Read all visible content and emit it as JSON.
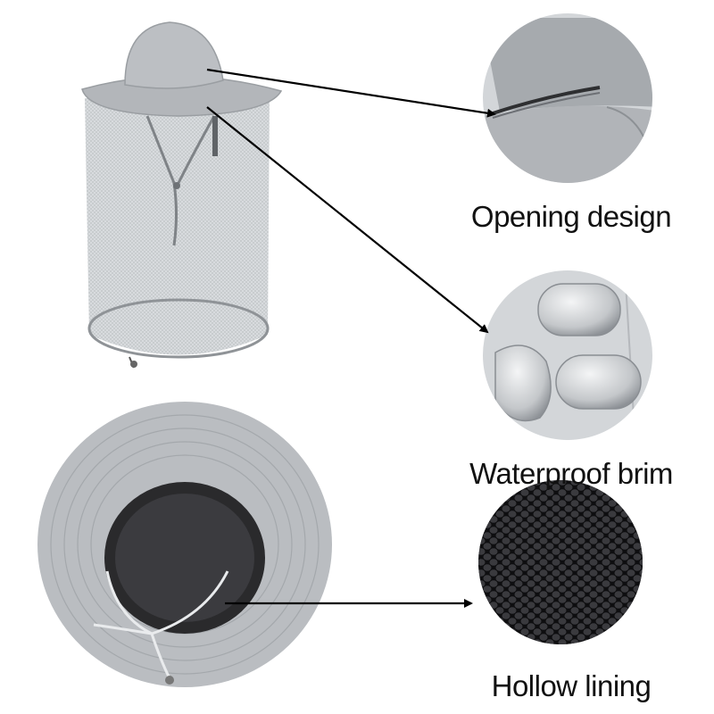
{
  "features": [
    {
      "label": "Opening design",
      "detail_icon": "zipper-opening-closeup-icon"
    },
    {
      "label": "Waterproof brim",
      "detail_icon": "water-droplets-closeup-icon"
    },
    {
      "label": "Hollow lining",
      "detail_icon": "mesh-lining-closeup-icon"
    }
  ],
  "colors": {
    "fabric": "#b9bcbf",
    "fabric_dark": "#8f9397",
    "mesh": "#cfd2d5",
    "lining": "#2a2a2c",
    "closeup_bg": "#d3d6d9",
    "text": "#111111",
    "arrow": "#000000"
  }
}
